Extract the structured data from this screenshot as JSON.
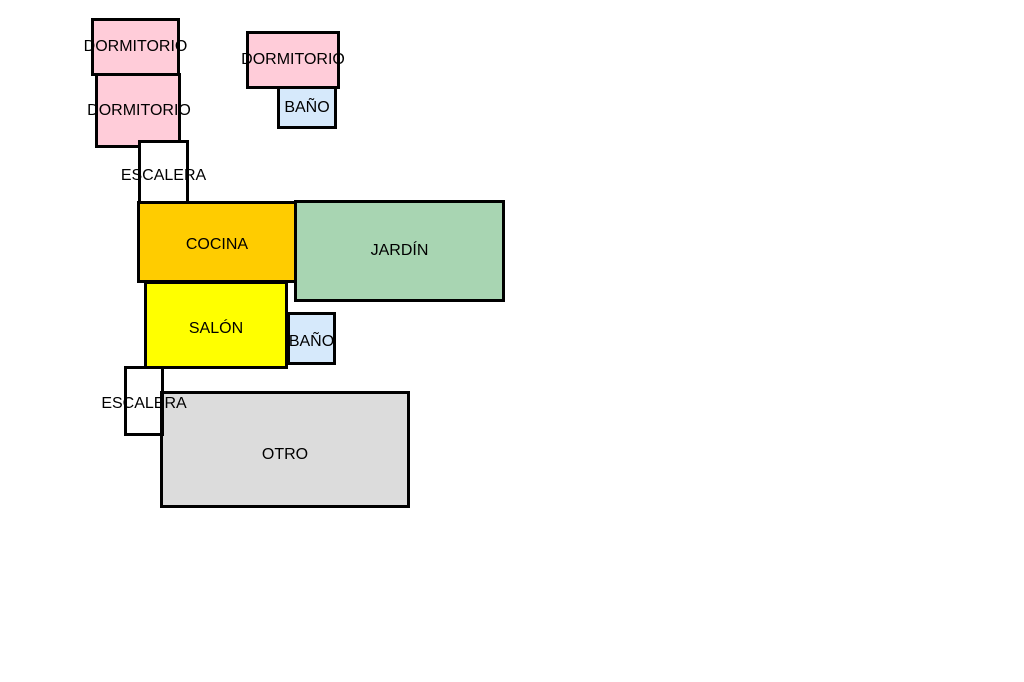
{
  "diagram": {
    "title": "",
    "rooms": [
      {
        "id": "dormitorio-1",
        "label": "DORMITORIO",
        "type": "dormitorio"
      },
      {
        "id": "dormitorio-2",
        "label": "DORMITORIO",
        "type": "dormitorio"
      },
      {
        "id": "dormitorio-3",
        "label": "DORMITORIO",
        "type": "dormitorio"
      },
      {
        "id": "bano-1",
        "label": "BAÑO",
        "type": "bano"
      },
      {
        "id": "escalera-1",
        "label": "ESCALERA",
        "type": "escalera"
      },
      {
        "id": "cocina",
        "label": "COCINA",
        "type": "cocina"
      },
      {
        "id": "jardin",
        "label": "JARDÍN",
        "type": "jardin"
      },
      {
        "id": "salon",
        "label": "SALÓN",
        "type": "salon"
      },
      {
        "id": "bano-2",
        "label": "BAÑO",
        "type": "bano"
      },
      {
        "id": "escalera-2",
        "label": "ESCALERA",
        "type": "escalera"
      },
      {
        "id": "otro",
        "label": "OTRO",
        "type": "otro"
      }
    ],
    "colors": {
      "dormitorio": "#ffccd9",
      "bano": "#d6e9fb",
      "escalera": "#ffffff",
      "cocina": "#ffcc00",
      "jardin": "#a8d5b2",
      "salon": "#ffff00",
      "otro": "#dcdcdc",
      "border": "#000000"
    }
  }
}
